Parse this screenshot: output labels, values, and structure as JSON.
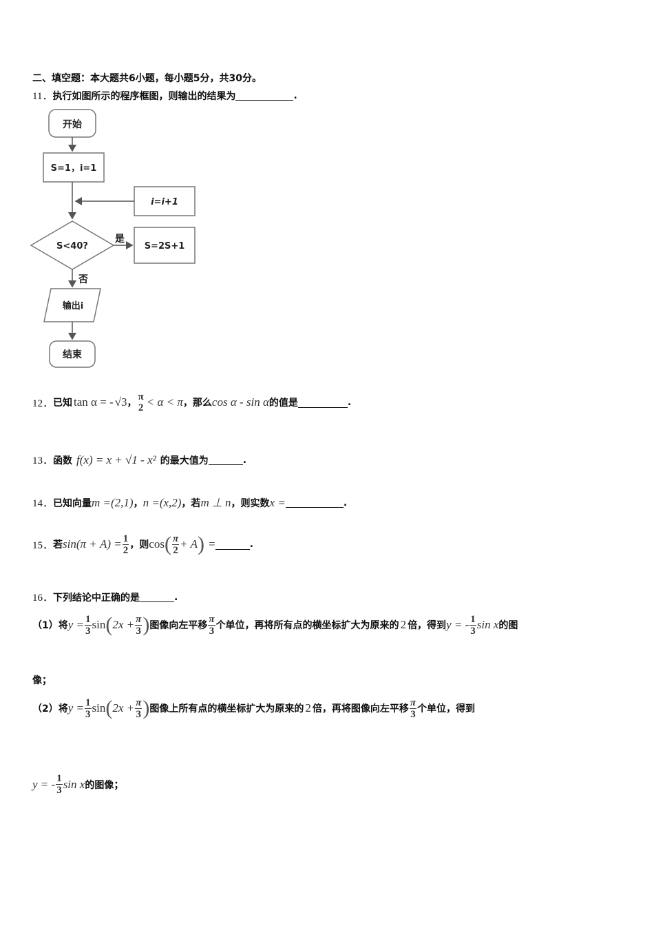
{
  "section": {
    "header": "二、填空题：本大题共6小题，每小题5分，共30分。"
  },
  "q11": {
    "num": "11．",
    "text": "执行如图所示的程序框图，则输出的结果为",
    "end": ".",
    "flowchart": {
      "start": "开始",
      "init": "S=1，i=1",
      "increment": "i=i+1",
      "condition": "S<40?",
      "yes_label": "是",
      "assign": "S=2S+1",
      "no_label": "否",
      "output": "输出i",
      "end": "结束"
    }
  },
  "q12": {
    "num": "12．",
    "t1": "已知",
    "m1": "tan α = -",
    "m1r": "√3",
    "sep": "，",
    "frac_n": "π",
    "frac_d": "2",
    "m2": "< α < π",
    "t2": "，那么",
    "m3": "cos α - sin α",
    "t3": "的值是",
    "end": "."
  },
  "q13": {
    "num": "13．",
    "t1": "函数",
    "m1": "f(x) = x + √1 - x²",
    "t2": "的最大值为",
    "end": "."
  },
  "q14": {
    "num": "14．",
    "t1": "已知向量",
    "m1": "m =(2,1)",
    "sep": "，",
    "m2": "n =(x,2)",
    "t2": "，若",
    "m3": "m ⊥ n",
    "t3": "，则实数",
    "m4": "x =",
    "end": "."
  },
  "q15": {
    "num": "15．",
    "t1": "若",
    "m1": "sin(π + A) =",
    "f1n": "1",
    "f1d": "2",
    "t2": "，则",
    "m2": "cos",
    "f2n": "π",
    "f2d": "2",
    "m3": "+ A",
    "m4": "=",
    "end": "."
  },
  "q16": {
    "num": "16．",
    "text": "下列结论中正确的是",
    "end": ".",
    "s1": {
      "label": "（1）将",
      "y": "y =",
      "fn": "1",
      "fd": "3",
      "sin": "sin",
      "inner": "2x +",
      "pn": "π",
      "pd": "3",
      "t1": "图像向左平移",
      "sn": "π",
      "sd": "3",
      "t2": "个单位，再将所有点的横坐标扩大为原来的",
      "two": "2",
      "t3": "倍，得到",
      "ry": "y = -",
      "rn": "1",
      "rd": "3",
      "rsin": "sin x",
      "t4": "的图",
      "t5": "像；"
    },
    "s2": {
      "label": "（2）将",
      "y": "y =",
      "fn": "1",
      "fd": "3",
      "sin": "sin",
      "inner": "2x +",
      "pn": "π",
      "pd": "3",
      "t1": "图像上所有点的横坐标扩大为原来的",
      "two": "2",
      "t2": "倍，再将图像向左平移",
      "sn": "π",
      "sd": "3",
      "t3": "个单位，得到",
      "ry": "y = -",
      "rn": "1",
      "rd": "3",
      "rsin": "sin x",
      "t4": "的图像；"
    }
  }
}
